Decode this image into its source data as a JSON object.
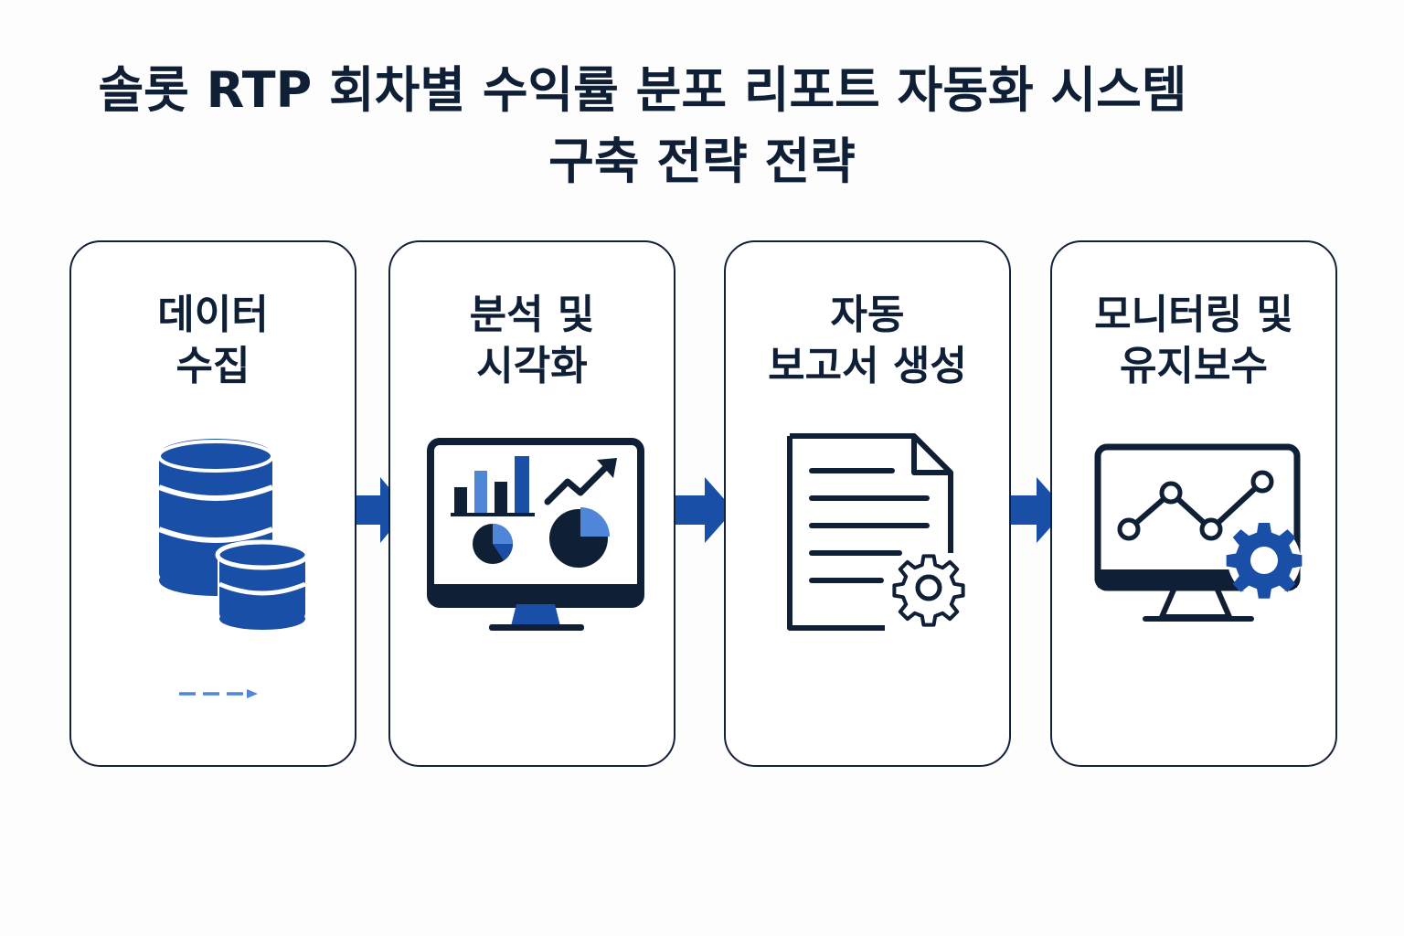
{
  "title": {
    "line1": "솔롯 RTP 회차별 수익률 분포 리포트 자동화 시스템",
    "line2": "구축 전략 전략"
  },
  "steps": [
    {
      "line1": "데이터",
      "line2": "수집",
      "icon": "database-icon"
    },
    {
      "line1": "분석 및",
      "line2": "시각화",
      "icon": "chart-monitor-icon"
    },
    {
      "line1": "자동",
      "line2": "보고서 생성",
      "icon": "document-gear-icon"
    },
    {
      "line1": "모니터링 및",
      "line2": "유지보수",
      "icon": "monitor-gear-icon"
    }
  ],
  "connectors": [
    "arrow-right-icon",
    "arrow-right-icon",
    "arrow-right-icon"
  ],
  "colors": {
    "navy": "#0f1f36",
    "blue": "#1a4fa8",
    "light_blue": "#4f86d8"
  }
}
